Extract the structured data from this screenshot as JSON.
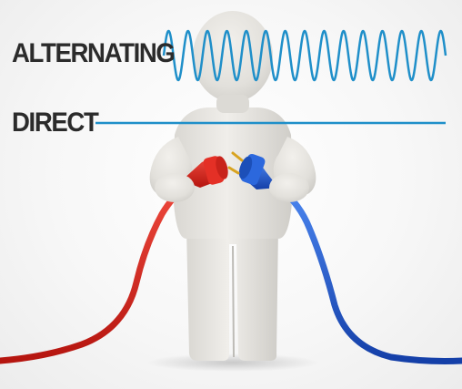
{
  "labels": {
    "alternating": "ALTERNATING",
    "direct": "DIRECT"
  },
  "colors": {
    "background": "#f4f4f4",
    "text": "#2b2b2b",
    "signal_line": "#1f8fc9",
    "figure": "#e3e1dc",
    "red_cable": "#d9241f",
    "blue_cable": "#1f5fd6"
  },
  "icons": [
    "person-figure",
    "red-power-plug",
    "blue-power-plug",
    "sine-wave",
    "flat-line"
  ]
}
